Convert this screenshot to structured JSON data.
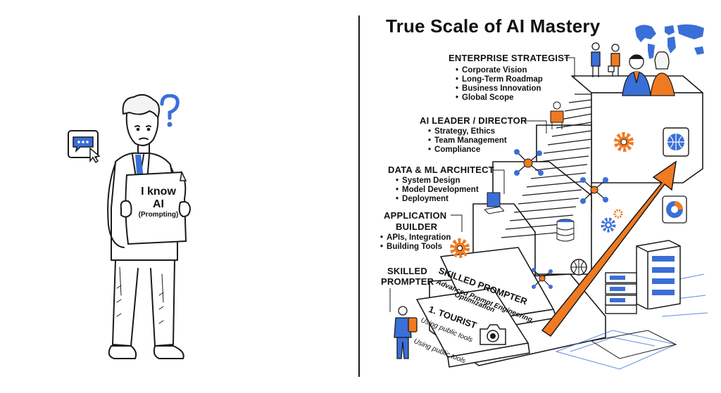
{
  "left": {
    "sign": {
      "line1": "I know",
      "line2": "AI",
      "line3": "(Prompting)"
    },
    "chat_icon": "chat-bubble-icon",
    "question_icon": "question-mark-icon"
  },
  "right": {
    "title": "True Scale of AI Mastery",
    "levels": [
      {
        "id": "enterprise",
        "title": "ENTERPRISE STRATEGIST",
        "items": [
          "Corporate Vision",
          "Long-Term Roadmap",
          "Business Innovation",
          "Global Scope"
        ]
      },
      {
        "id": "leader",
        "title": "AI LEADER / DIRECTOR",
        "items": [
          "Strategy, Ethics",
          "Team Management",
          "Compliance"
        ]
      },
      {
        "id": "architect",
        "title": "DATA & ML ARCHITECT",
        "items": [
          "System Design",
          "Model Development",
          "Deployment"
        ]
      },
      {
        "id": "builder",
        "title_line1": "APPLICATION",
        "title_line2": "BUILDER",
        "items": [
          "APIs, Integration",
          "Building Tools"
        ]
      },
      {
        "id": "prompter",
        "title_line1": "SKILLED",
        "title_line2": "PROMPTER"
      }
    ],
    "steps": {
      "skilled_title": "SKILLED PROMPTER",
      "skilled_desc_line1": "Advanced Prompt Engineering,",
      "skilled_desc_line2": "Optimization",
      "tourist_title": "1. TOURIST",
      "tourist_desc": "Using public tools",
      "tourist_desc_front": "Using public tools"
    },
    "colors": {
      "accent_blue": "#3a6fd8",
      "accent_orange": "#f07a22",
      "ink": "#1a1a1a"
    }
  }
}
